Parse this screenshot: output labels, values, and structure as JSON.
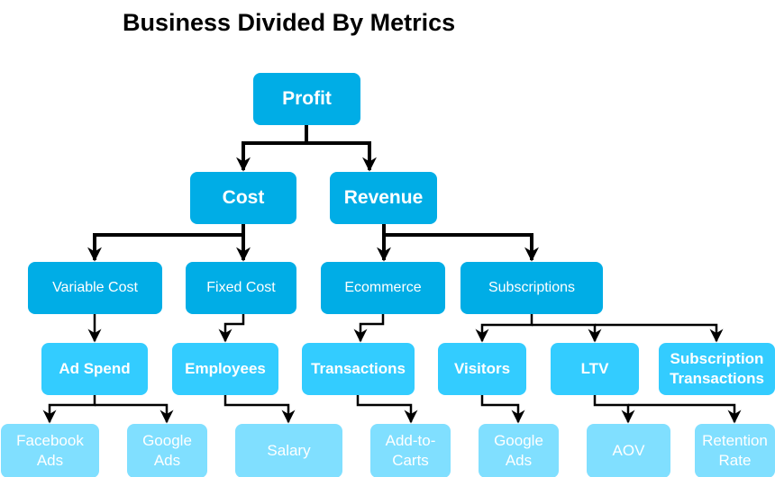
{
  "title": "Business Divided By Metrics",
  "colors": {
    "primary": "#00ADE6",
    "secondary": "#33CCFF",
    "tertiary": "#80DFFF"
  },
  "nodes": {
    "profit": "Profit",
    "cost": "Cost",
    "revenue": "Revenue",
    "variable_cost": "Variable Cost",
    "fixed_cost": "Fixed Cost",
    "ecommerce": "Ecommerce",
    "subscriptions": "Subscriptions",
    "ad_spend": "Ad Spend",
    "employees": "Employees",
    "transactions": "Transactions",
    "visitors": "Visitors",
    "ltv": "LTV",
    "subscription_transactions": "Subscription Transactions",
    "facebook_ads": "Facebook Ads",
    "google_ads_1": "Google Ads",
    "salary": "Salary",
    "add_to_carts": "Add-to-Carts",
    "google_ads_2": "Google Ads",
    "aov": "AOV",
    "retention_rate": "Retention Rate"
  }
}
